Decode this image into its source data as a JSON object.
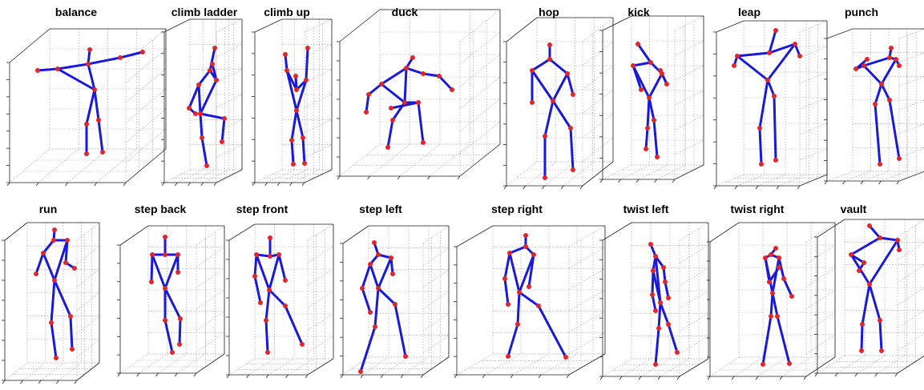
{
  "skeleton_color": "#1a1ad6",
  "joint_color": "#e0262a",
  "actions": [
    {
      "label": "balance"
    },
    {
      "label": "climb ladder"
    },
    {
      "label": "climb up"
    },
    {
      "label": "duck"
    },
    {
      "label": "hop"
    },
    {
      "label": "kick"
    },
    {
      "label": "leap"
    },
    {
      "label": "punch"
    },
    {
      "label": "run"
    },
    {
      "label": "step back"
    },
    {
      "label": "step front"
    },
    {
      "label": "step left"
    },
    {
      "label": "step right"
    },
    {
      "label": "twist left"
    },
    {
      "label": "twist right"
    },
    {
      "label": "vault"
    }
  ]
}
